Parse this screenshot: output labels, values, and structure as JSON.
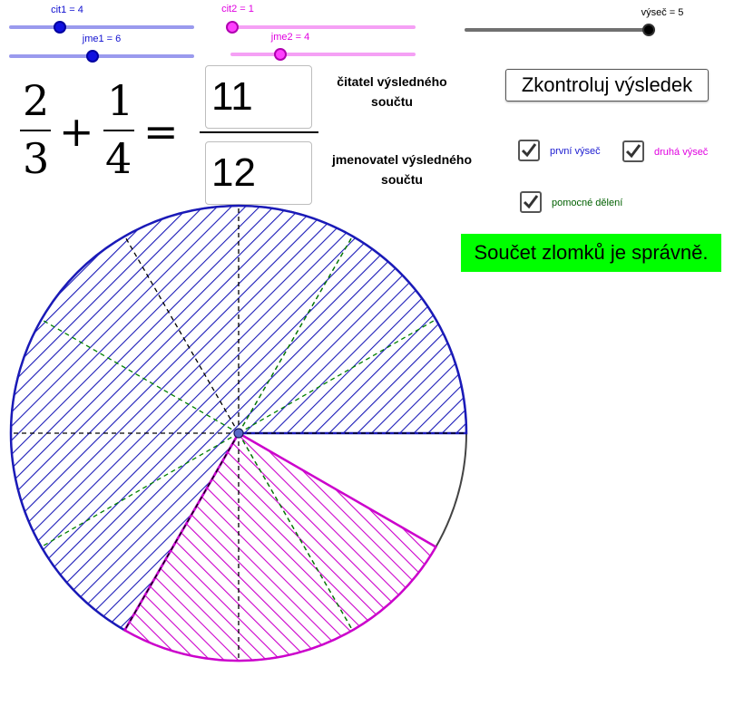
{
  "sliders": {
    "cit1": {
      "label": "cit1 = 4",
      "value": 4,
      "color": "#1010d0"
    },
    "jme1": {
      "label": "jme1 = 6",
      "value": 6,
      "color": "#1010d0"
    },
    "cit2": {
      "label": "cit2 = 1",
      "value": 1,
      "color": "#e000e0"
    },
    "jme2": {
      "label": "jme2 = 4",
      "value": 4,
      "color": "#e000e0"
    },
    "vysec": {
      "label": "výseč = 5",
      "value": 5,
      "color": "#000000"
    }
  },
  "equation": {
    "frac1_num": "2",
    "frac1_den": "3",
    "plus": "+",
    "frac2_num": "1",
    "frac2_den": "4",
    "equals": "="
  },
  "inputs": {
    "numerator": "11",
    "denominator": "12"
  },
  "captions": {
    "numerator_line1": "čitatel výsledného",
    "numerator_line2": "součtu",
    "denominator_line1": "jmenovatel výsledného",
    "denominator_line2": "součtu"
  },
  "check_button": "Zkontroluj výsledek",
  "checkboxes": {
    "first": {
      "label": "první výseč",
      "checked": true,
      "color": "#1a1ad0"
    },
    "second": {
      "label": "druhá výseč",
      "checked": true,
      "color": "#e000e0"
    },
    "helper": {
      "label": "pomocné dělení",
      "checked": true,
      "color": "#006000"
    }
  },
  "result": {
    "text": "Součet zlomků je správně.",
    "background": "#00ff00"
  },
  "colors": {
    "blue": "#1a1ab8",
    "magenta": "#cc00cc",
    "green": "#006400"
  }
}
